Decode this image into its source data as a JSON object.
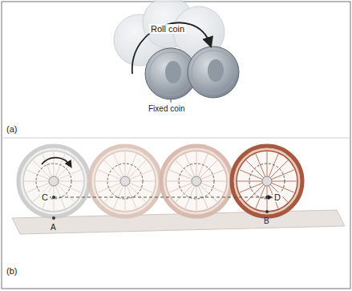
{
  "diagram": {
    "labels": [
      "Roll coin",
      "Fixed coin",
      "(a)",
      "C",
      "D",
      "A",
      "B",
      "(b)"
    ]
  }
}
